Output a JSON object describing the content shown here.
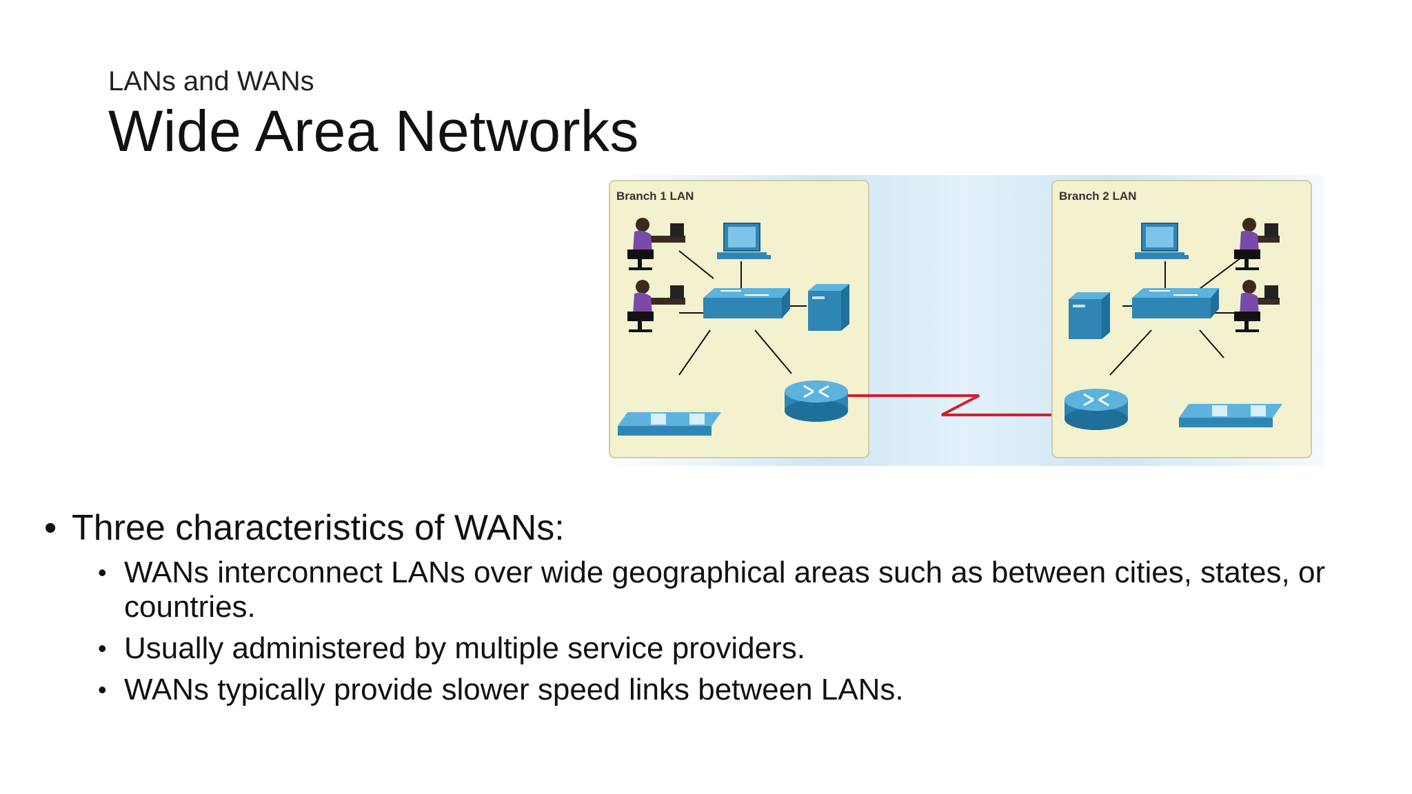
{
  "header": {
    "subtitle": "LANs and WANs",
    "title": "Wide Area Networks"
  },
  "diagram": {
    "branch1_label": "Branch 1 LAN",
    "branch2_label": "Branch 2 LAN",
    "colors": {
      "lan_box": "#f4f1cf",
      "device_blue": "#2f86b5",
      "wan_link": "#d0202e",
      "cloud_bg": "#cfe6f5"
    }
  },
  "content": {
    "main_bullet": "Three characteristics of WANs:",
    "sub_bullets": [
      "WANs interconnect LANs over wide geographical areas such as between cities, states, or countries.",
      "Usually administered by multiple service providers.",
      "WANs typically provide slower speed links between LANs."
    ]
  }
}
